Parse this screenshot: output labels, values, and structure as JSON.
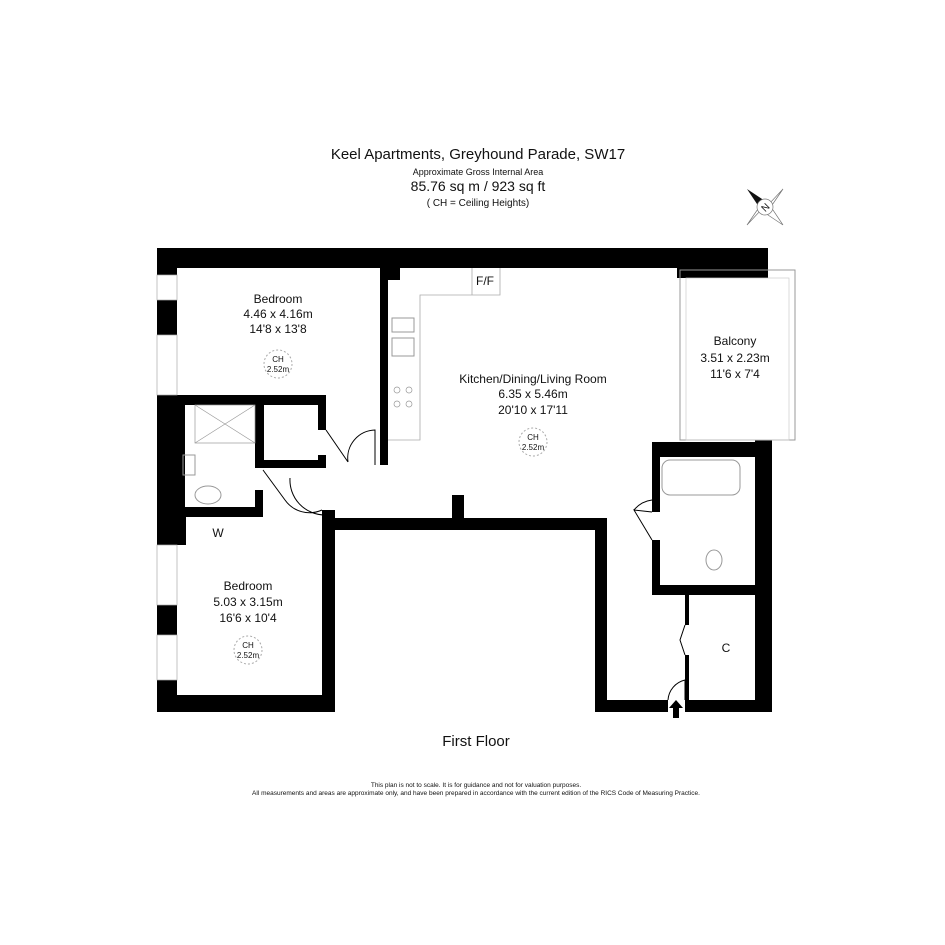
{
  "header": {
    "title": "Keel Apartments, Greyhound Parade, SW17",
    "area_label": "Approximate Gross Internal Area",
    "area_value": "85.76 sq m / 923 sq ft",
    "ch_note": "( CH = Ceiling Heights)"
  },
  "compass": {
    "label": "N"
  },
  "rooms": {
    "bedroom1": {
      "name": "Bedroom",
      "metric": "4.46 x 4.16m",
      "imperial": "14'8 x 13'8",
      "ch": "CH",
      "ch_value": "2.52m"
    },
    "kitchen": {
      "name": "Kitchen/Dining/Living Room",
      "metric": "6.35 x 5.46m",
      "imperial": "20'10 x 17'11",
      "ch": "CH",
      "ch_value": "2.52m"
    },
    "balcony": {
      "name": "Balcony",
      "metric": "3.51 x 2.23m",
      "imperial": "11'6 x 7'4"
    },
    "bedroom2": {
      "name": "Bedroom",
      "metric": "5.03 x 3.15m",
      "imperial": "16'6 x 10'4",
      "ch": "CH",
      "ch_value": "2.52m"
    },
    "ff": "F/F",
    "wardrobe": "W",
    "cupboard": "C"
  },
  "floor_label": "First Floor",
  "disclaimer": {
    "line1": "This plan is not to scale. It is for guidance and not for valuation purposes.",
    "line2": "All measurements and areas are approximate only, and have been prepared in accordance with the current edition of the RICS Code of Measuring Practice."
  }
}
